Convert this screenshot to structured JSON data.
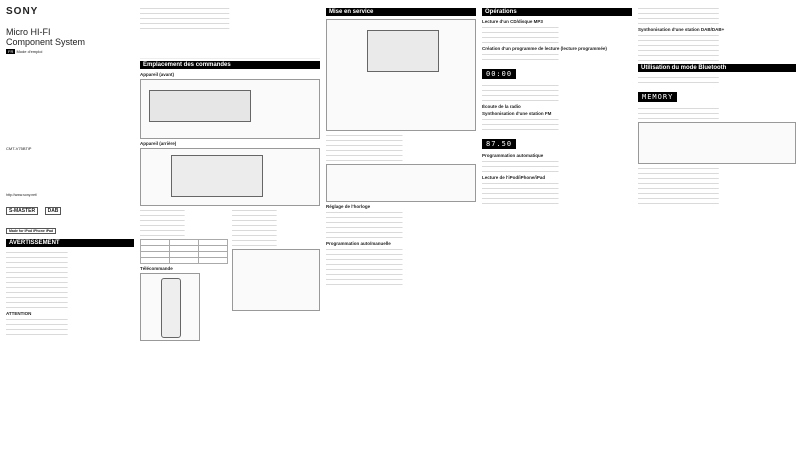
{
  "cover": {
    "brand": "SONY",
    "title_line1": "Micro HI-FI",
    "title_line2": "Component System",
    "fr_badge": "FR",
    "subtitle": "Mode d'emploi",
    "model": "CMT-V75BTiP",
    "url": "http://www.sony.net/",
    "warning_title": "AVERTISSEMENT",
    "attention": "ATTENTION"
  },
  "sections": {
    "placement": "Emplacement des commandes",
    "mise": "Mise en service",
    "operations": "Opérations",
    "bluetooth": "Utilisation du mode Bluetooth"
  },
  "headings": {
    "appareil_avant": "Appareil (avant)",
    "appareil_arriere": "Appareil (arrière)",
    "telecommande": "Télécommande",
    "lecture_cd": "Lecture d'un CD/disque MP3",
    "creation_prog": "Création d'un programme de lecture (lecture programmée)",
    "synthonisation": "Synthonisation d'une station DAB/DAB+",
    "ecoute_radio": "Écoute de la radio",
    "lecture_ipod": "Lecture de l'iPod/iPhone/iPad",
    "fm_station": "Synthonisation d'une station FM",
    "prog_auto": "Programmation automatique",
    "reglage_horloge": "Réglage de l'horloge",
    "prog_taux": "Programmation auto/manuelle"
  },
  "displays": {
    "memory": "MEMORY",
    "freq": "87.50",
    "track": "00:00"
  },
  "cover_logos": [
    "S-MASTER",
    "DAB",
    "Made for iPod iPhone iPad"
  ]
}
